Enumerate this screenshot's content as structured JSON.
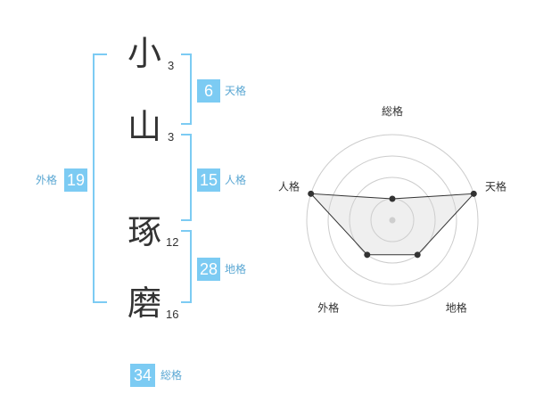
{
  "name_chars": [
    {
      "char": "小",
      "strokes": "3"
    },
    {
      "char": "山",
      "strokes": "3"
    },
    {
      "char": "琢",
      "strokes": "12"
    },
    {
      "char": "磨",
      "strokes": "16"
    }
  ],
  "kakusu": {
    "tenkaku": {
      "value": "6",
      "label": "天格"
    },
    "jinkaku": {
      "value": "15",
      "label": "人格"
    },
    "chikaku": {
      "value": "28",
      "label": "地格"
    },
    "gaikaku": {
      "value": "19",
      "label": "外格"
    },
    "soukaku": {
      "value": "34",
      "label": "総格"
    }
  },
  "colors": {
    "accent": "#7ccbf3",
    "label_text": "#5aa7d3"
  },
  "chart_data": {
    "type": "radar",
    "axes": [
      "総格",
      "天格",
      "地格",
      "外格",
      "人格"
    ],
    "values": [
      1,
      4,
      2,
      2,
      4
    ],
    "max": 5,
    "rings": 4
  }
}
